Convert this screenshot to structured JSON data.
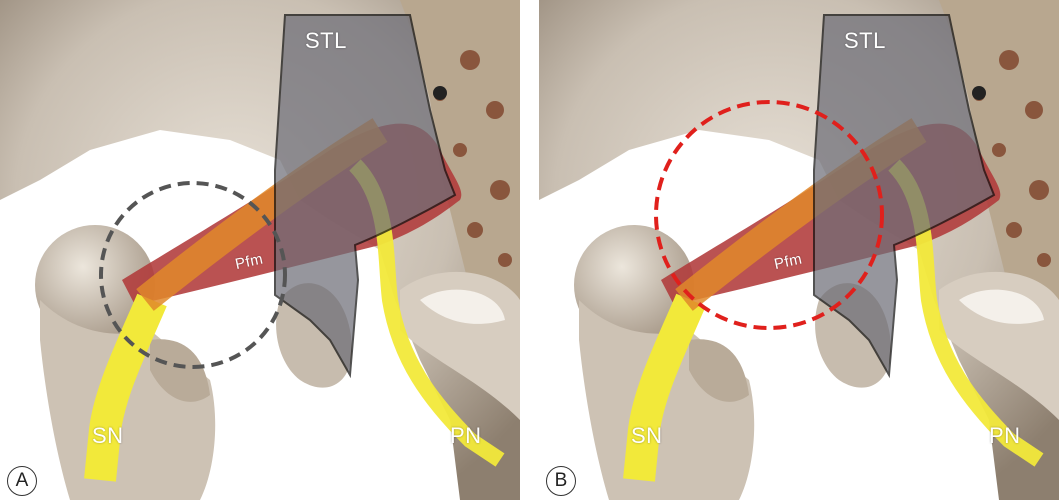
{
  "panels": [
    {
      "tag": "A",
      "labels": {
        "stl": "STL",
        "pfm": "Pfm",
        "sn": "SN",
        "pn": "PN"
      },
      "circle_color": "#555555"
    },
    {
      "tag": "B",
      "labels": {
        "stl": "STL",
        "pfm": "Pfm",
        "sn": "SN",
        "pn": "PN"
      },
      "circle_color": "#e0201c"
    }
  ],
  "colors": {
    "bone": "#cfc4b6",
    "ligament": "#6e6e78",
    "muscle": "#b13a3a",
    "nerve": "#f2e93a",
    "overlap": "#e0882a"
  }
}
